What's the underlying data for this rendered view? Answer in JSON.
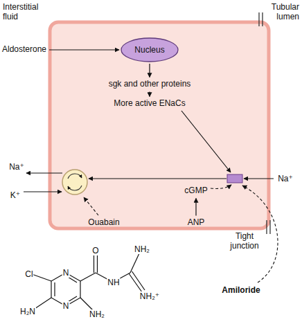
{
  "diagram": {
    "nodes": [
      {
        "text": [
          "Aldosterone"
        ]
      },
      {
        "text": [
          "Nucleus"
        ]
      },
      {
        "text": [
          "sgk and other proteins"
        ]
      },
      {
        "text": [
          "More active ENaCs"
        ]
      },
      {
        "text": [
          "ANP"
        ]
      },
      {
        "text": [
          "cGMP"
        ]
      },
      {
        "text": [
          "Ouabain"
        ]
      },
      {
        "text": [
          "Amiloride"
        ]
      }
    ],
    "edges": [
      {
        "from": 0,
        "to": 1,
        "arrow": "to"
      },
      {
        "from": 1,
        "to": 2,
        "arrow": "to"
      },
      {
        "from": 2,
        "to": 3,
        "arrow": "to"
      },
      {
        "from": 4,
        "to": 5,
        "arrow": "to"
      }
    ],
    "labels": [
      "Interstitial fluid",
      "Tubular lumen",
      "Na⁺",
      "K⁺",
      "Na⁺",
      "Tight junction",
      "Cl",
      "N",
      "N",
      "O",
      "NH",
      "NH₂",
      "NH₂⁺",
      "H₂N",
      "NH₂"
    ]
  }
}
